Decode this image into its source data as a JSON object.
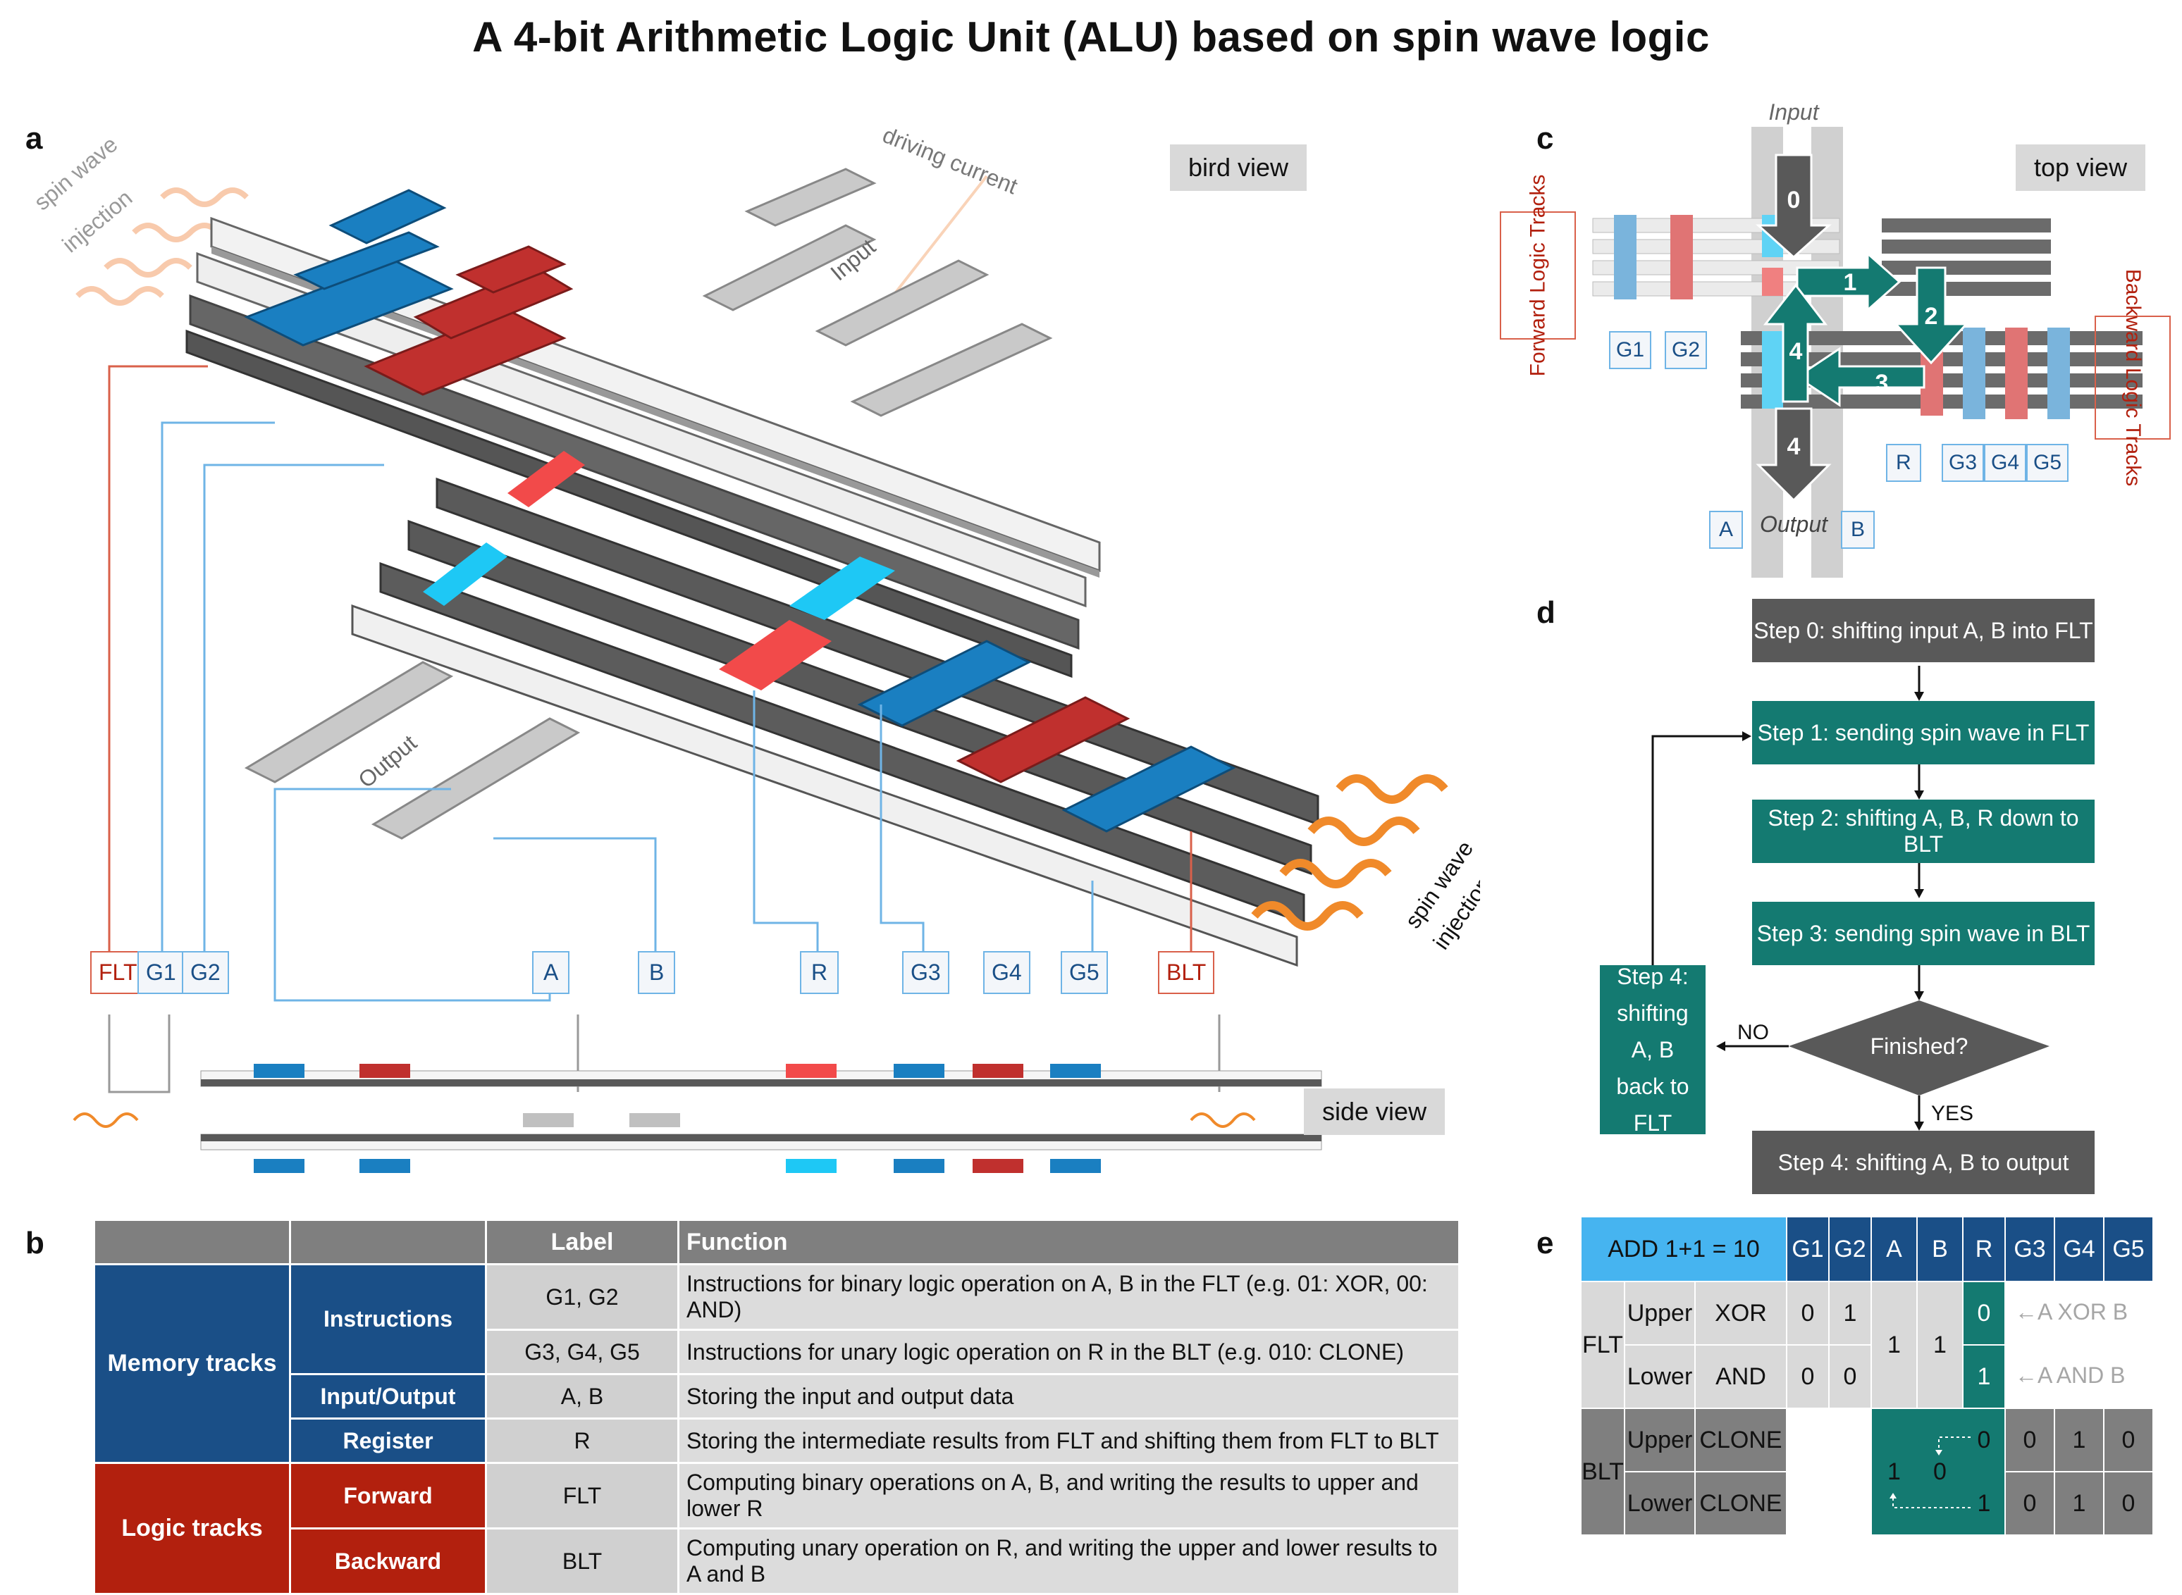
{
  "title": "A 4-bit Arithmetic Logic Unit (ALU) based on spin wave logic",
  "panels": {
    "a": "a",
    "b": "b",
    "c": "c",
    "d": "d",
    "e": "e"
  },
  "panel_a": {
    "view_tag": "bird view",
    "side_view_tag": "side view",
    "spin_wave_injection": "spin wave injection",
    "driving_current": "driving current",
    "input": "Input",
    "output": "Output",
    "labels": [
      "FLT",
      "G1",
      "G2",
      "A",
      "B",
      "R",
      "G3",
      "G4",
      "G5",
      "BLT"
    ]
  },
  "panel_b": {
    "headers": [
      "",
      "",
      "Label",
      "Function"
    ],
    "memory": "Memory tracks",
    "logic": "Logic tracks",
    "rows": [
      {
        "sub": "Instructions",
        "label": "G1, G2",
        "function": "Instructions for binary logic operation on A, B in the FLT (e.g. 01: XOR, 00: AND)"
      },
      {
        "sub": "",
        "label": "G3, G4, G5",
        "function": "Instructions for unary logic operation on R in the BLT (e.g. 010: CLONE)"
      },
      {
        "sub": "Input/Output",
        "label": "A, B",
        "function": "Storing the input and output data"
      },
      {
        "sub": "Register",
        "label": "R",
        "function": "Storing the intermediate results from FLT and shifting them from FLT to BLT"
      },
      {
        "sub": "Forward",
        "label": "FLT",
        "function": "Computing binary operations on A, B, and writing the results to upper and lower R"
      },
      {
        "sub": "Backward",
        "label": "BLT",
        "function": "Computing unary operation on R, and writing the upper and lower results to A and B"
      }
    ]
  },
  "panel_c": {
    "view_tag": "top view",
    "input": "Input",
    "output": "Output",
    "forward": "Forward Logic Tracks",
    "backward": "Backward Logic Tracks",
    "labels": {
      "g1": "G1",
      "g2": "G2",
      "g3": "G3",
      "g4": "G4",
      "g5": "G5",
      "a": "A",
      "b": "B",
      "r": "R"
    },
    "steps": [
      "0",
      "1",
      "2",
      "3",
      "4",
      "4"
    ]
  },
  "panel_d": {
    "step0": "Step 0: shifting input A, B into FLT",
    "step1": "Step 1: sending spin wave in FLT",
    "step2": "Step 2: shifting A, B, R down to BLT",
    "step3": "Step 3: sending spin wave in BLT",
    "decision": "Finished?",
    "step4_loop": "Step 4: shifting A, B back to FLT",
    "no": "NO",
    "yes": "YES",
    "step4_out": "Step 4: shifting A, B to output"
  },
  "panel_e": {
    "header": [
      "ADD 1+1 = 10",
      "G1",
      "G2",
      "A",
      "B",
      "R",
      "G3",
      "G4",
      "G5"
    ],
    "flt": "FLT",
    "blt": "BLT",
    "upper": "Upper",
    "lower": "Lower",
    "xor": "XOR",
    "and": "AND",
    "clone": "CLONE",
    "flt_upper": {
      "g1": "0",
      "g2": "1",
      "r": "0"
    },
    "flt_lower": {
      "g1": "0",
      "g2": "0",
      "r": "1"
    },
    "flt_ab": {
      "a": "1",
      "b": "1"
    },
    "blt_upper": {
      "r": "0",
      "g3": "0",
      "g4": "1",
      "g5": "0"
    },
    "blt_lower": {
      "r": "1",
      "g3": "0",
      "g4": "1",
      "g5": "0"
    },
    "blt_ab": {
      "a": "1",
      "b": "0"
    },
    "annot_xor": "←A XOR B",
    "annot_and": "←A AND B"
  },
  "colors": {
    "blue": "#1a7fc1",
    "red": "#c0302e",
    "lightblue": "#1ec8f5",
    "lightred": "#f24a4a",
    "teal": "#147a71",
    "navy": "#1a4f87",
    "darkred": "#b2200e",
    "gray": "#595959"
  }
}
